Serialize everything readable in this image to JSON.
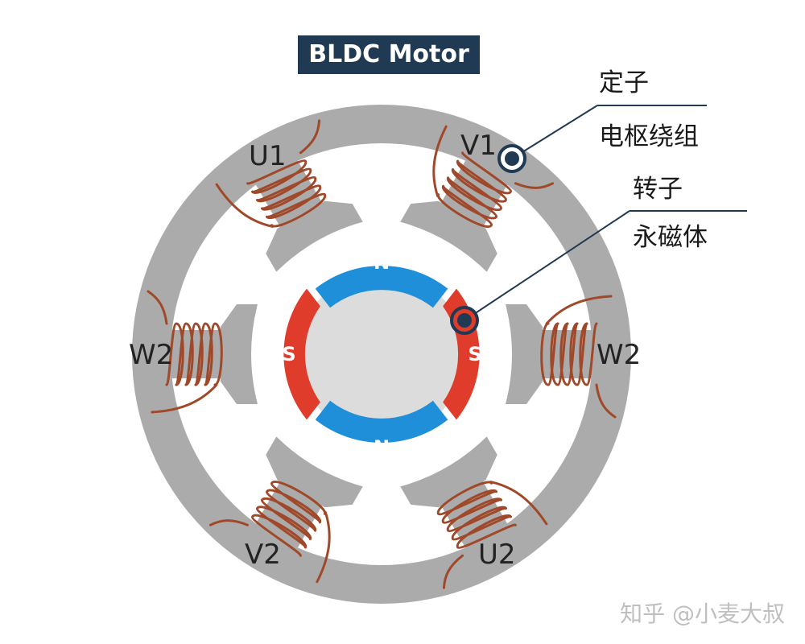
{
  "title": "BLDC Motor",
  "coils": {
    "u1": "U1",
    "v1": "V1",
    "w2_left": "W2",
    "w2_right": "W2",
    "v2": "V2",
    "u2": "U2"
  },
  "rotor_poles": {
    "top": "N",
    "bottom": "N",
    "left": "S",
    "right": "S"
  },
  "callouts": {
    "stator_line1": "定子",
    "stator_line2": "电枢绕组",
    "rotor_line1": "转子",
    "rotor_line2": "永磁体"
  },
  "watermark": "知乎 @小麦大叔",
  "colors": {
    "stator": "#ababab",
    "rotor_core": "#dcdcdc",
    "north_pole": "#1e8fd8",
    "south_pole": "#e03c2c",
    "winding": "#a0492a",
    "callout_line": "#1f3a52",
    "title_bg": "#1f3a52"
  }
}
